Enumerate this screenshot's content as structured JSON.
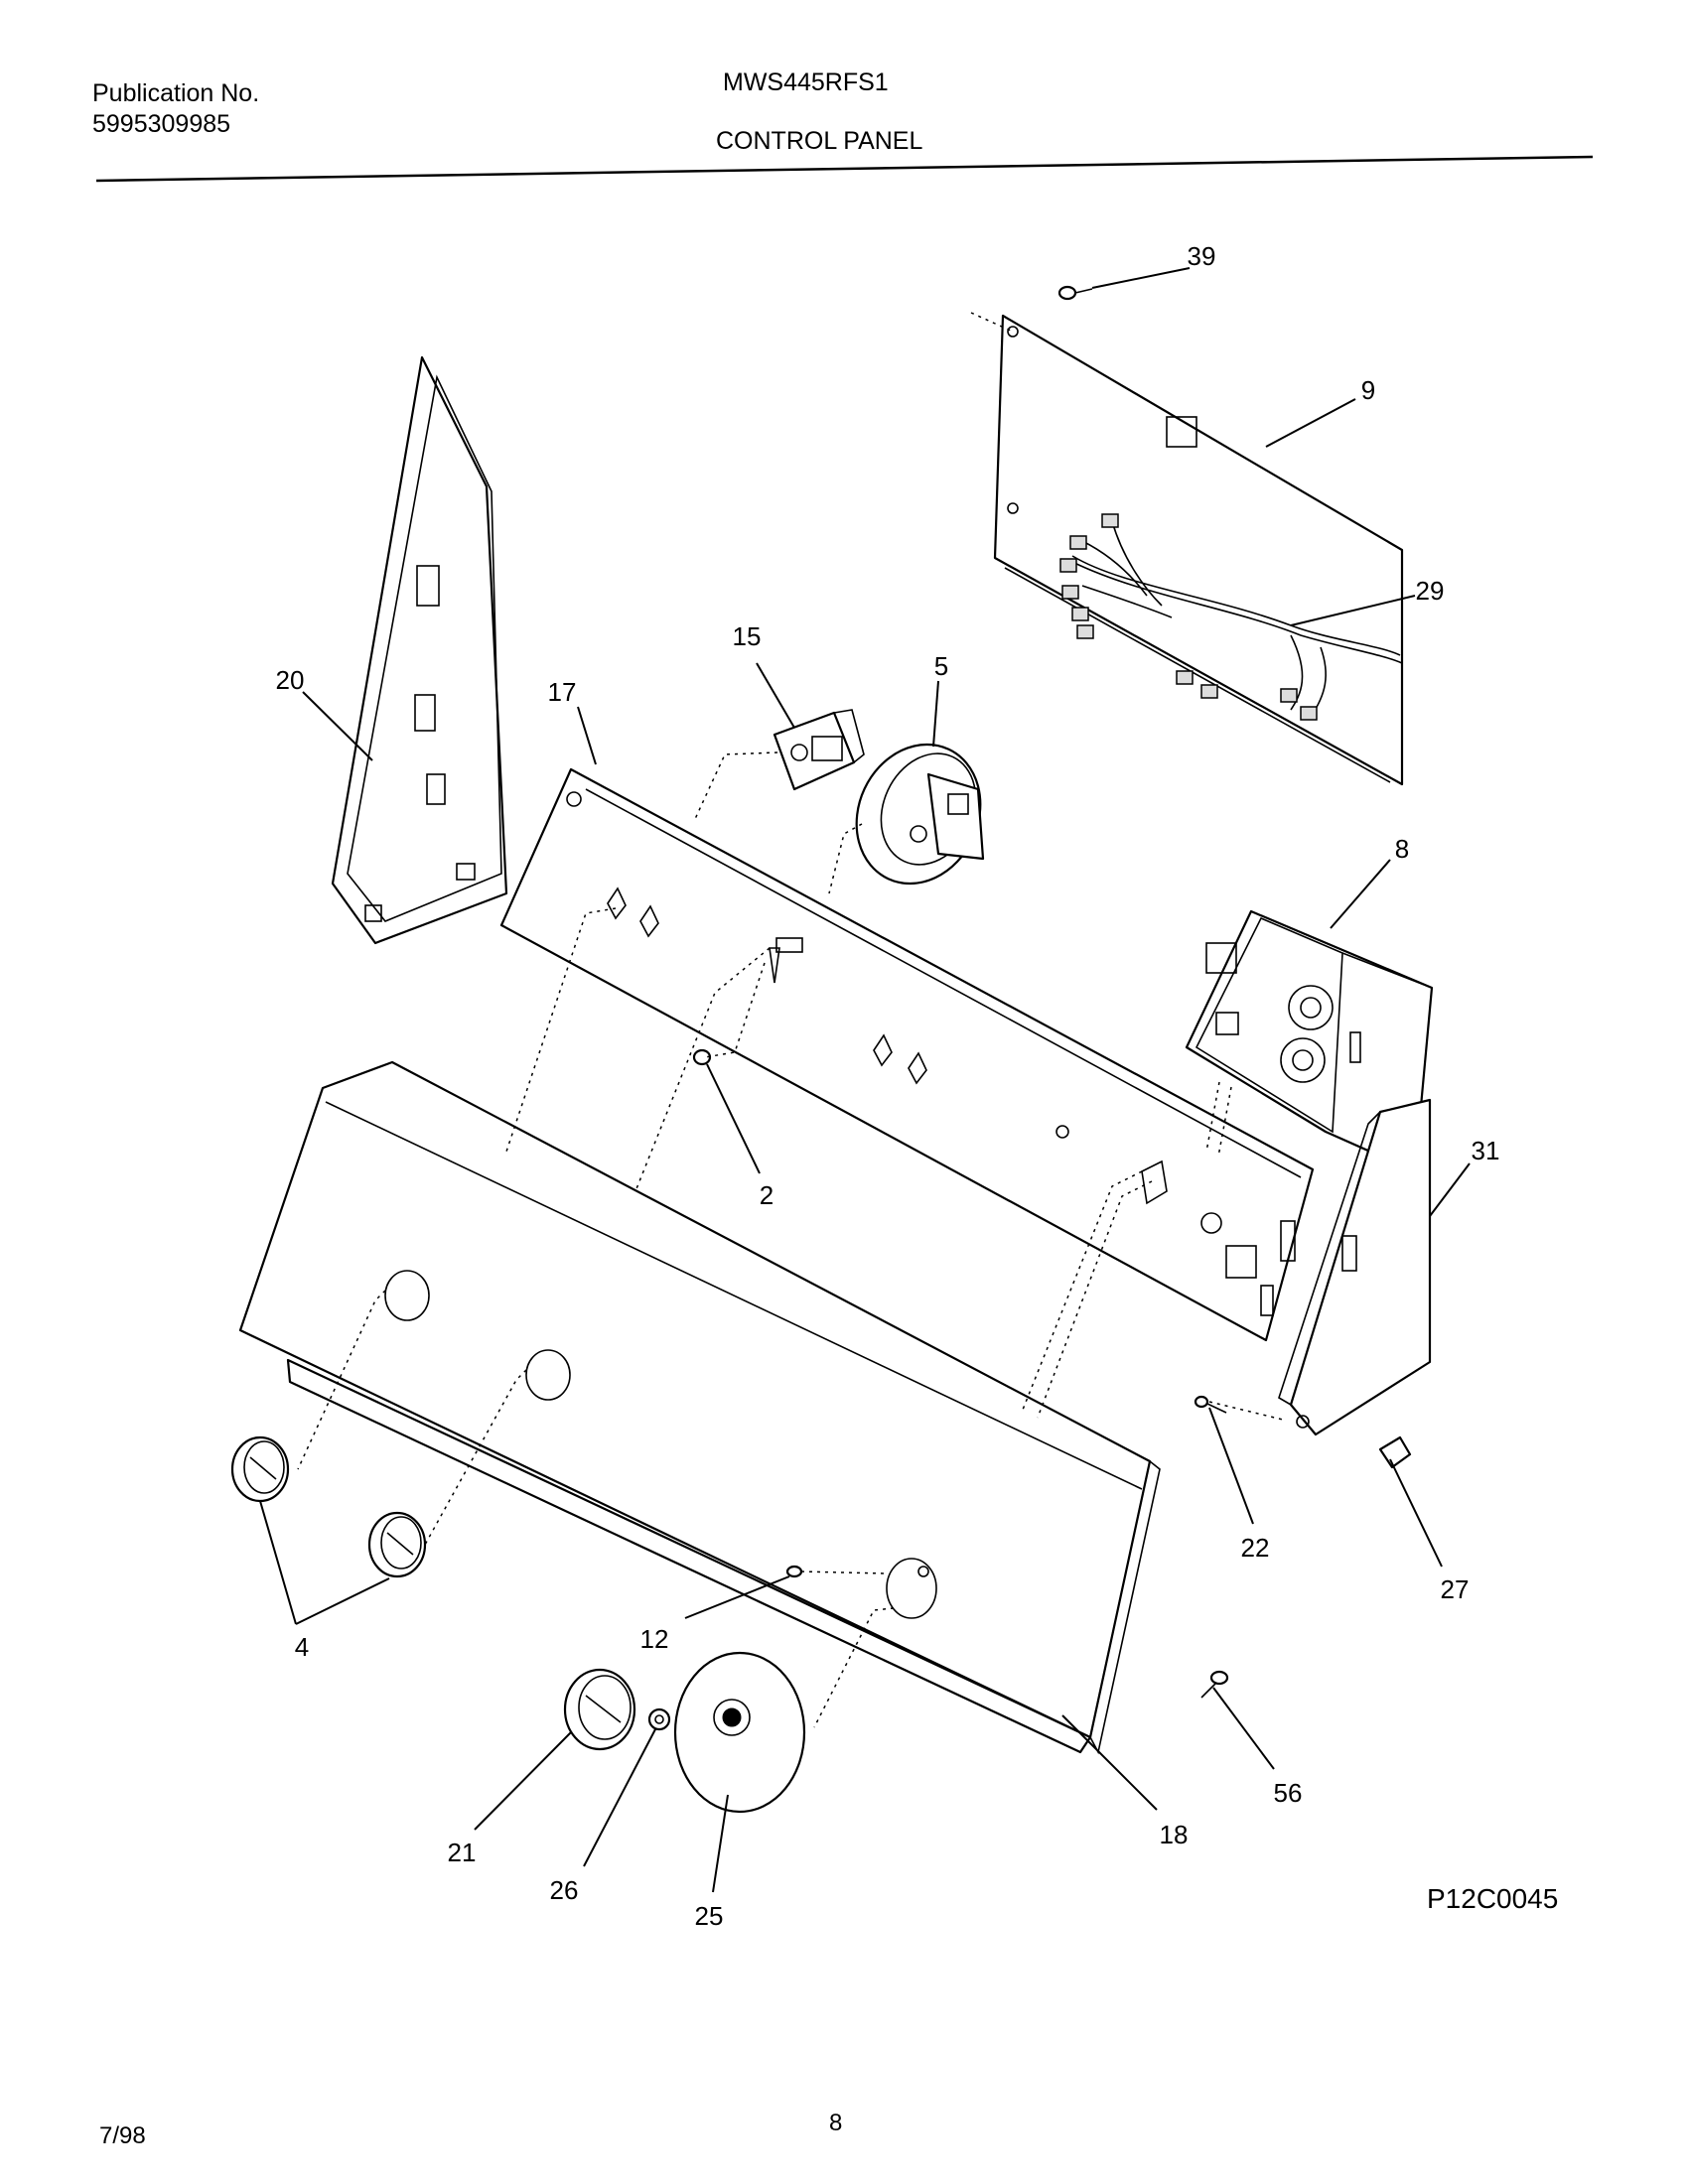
{
  "header": {
    "publication_label": "Publication No.",
    "publication_number": "5995309985",
    "model": "MWS445RFS1",
    "section_title": "CONTROL PANEL"
  },
  "diagram": {
    "callouts": [
      "39",
      "9",
      "29",
      "20",
      "17",
      "15",
      "5",
      "8",
      "2",
      "31",
      "4",
      "12",
      "22",
      "27",
      "21",
      "26",
      "25",
      "18",
      "56"
    ],
    "drawing_code": "P12C0045"
  },
  "footer": {
    "date": "7/98",
    "page_number": "8"
  }
}
